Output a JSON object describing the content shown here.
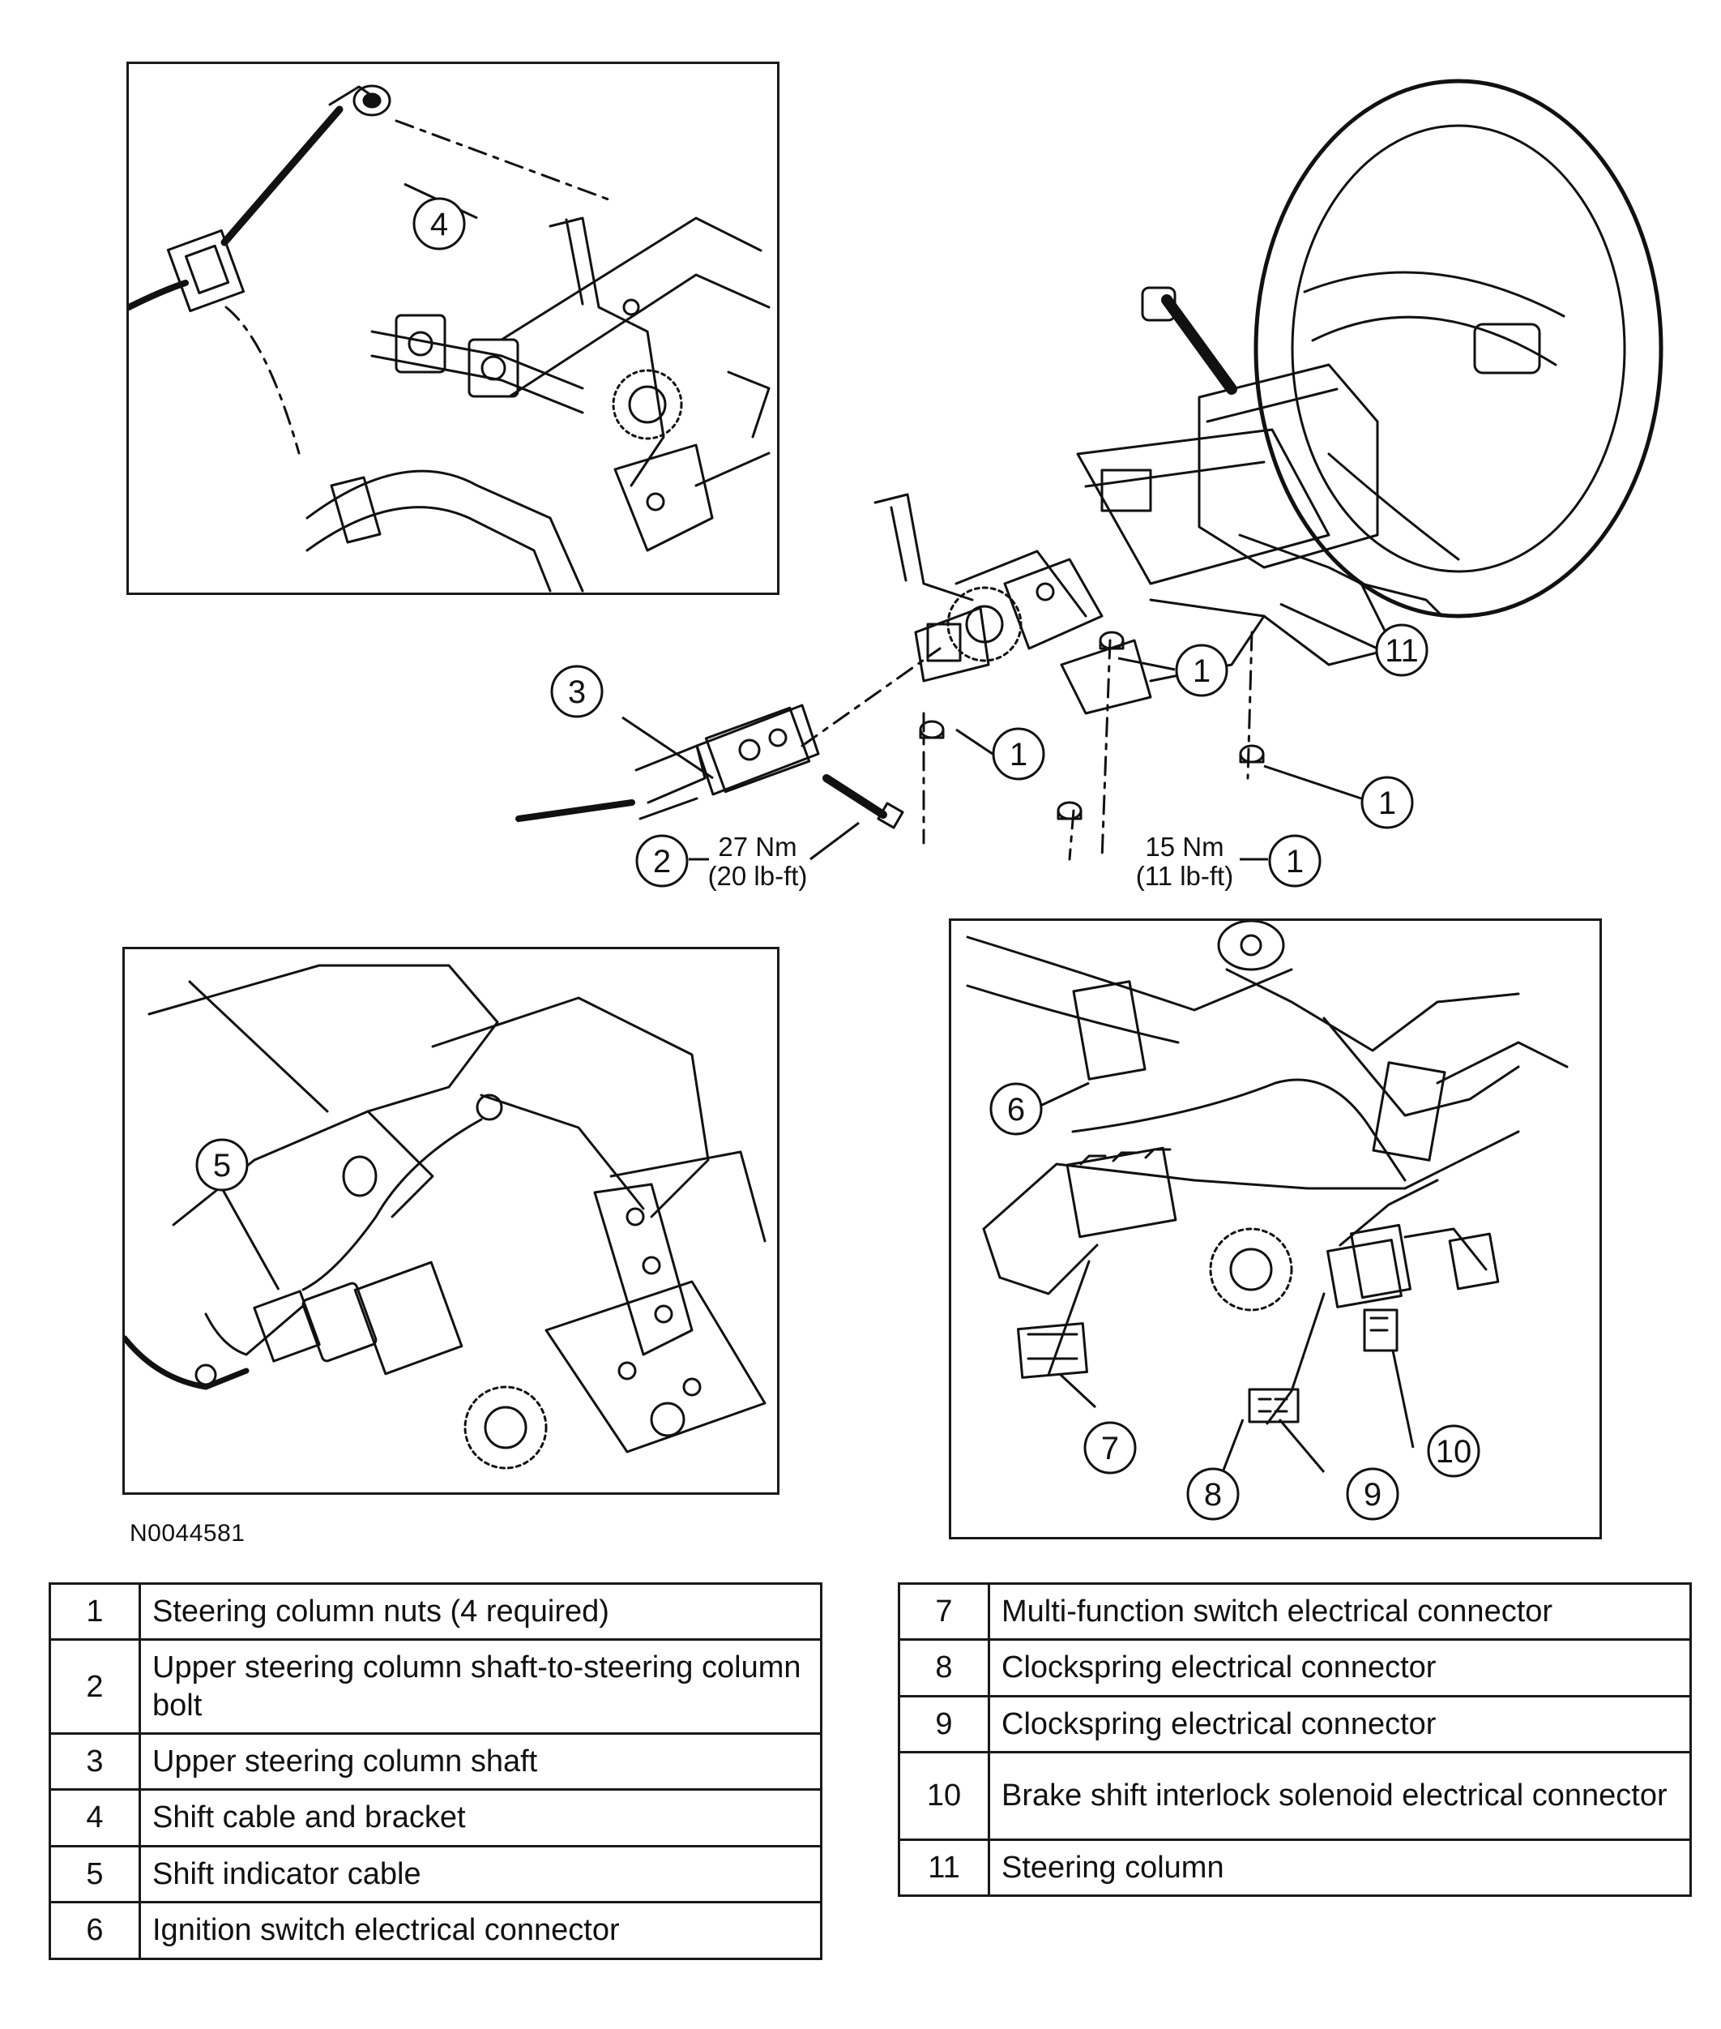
{
  "figure": {
    "id": "N0044581",
    "callouts": {
      "c1": "1",
      "c2": "2",
      "c3": "3",
      "c4": "4",
      "c5": "5",
      "c6": "6",
      "c7": "7",
      "c8": "8",
      "c9": "9",
      "c10": "10",
      "c11": "11"
    },
    "torque_bolt": {
      "metric": "27 Nm",
      "imperial": "(20 lb-ft)"
    },
    "torque_nut": {
      "metric": "15 Nm",
      "imperial": "(11 lb-ft)"
    }
  },
  "legend": {
    "left": [
      {
        "num": "1",
        "desc": "Steering column nuts (4 required)"
      },
      {
        "num": "2",
        "desc": "Upper steering column shaft-to-steering column bolt"
      },
      {
        "num": "3",
        "desc": "Upper steering column shaft"
      },
      {
        "num": "4",
        "desc": "Shift cable and bracket"
      },
      {
        "num": "5",
        "desc": "Shift indicator cable"
      },
      {
        "num": "6",
        "desc": "Ignition switch electrical connector"
      }
    ],
    "right": [
      {
        "num": "7",
        "desc": "Multi-function switch electrical connector"
      },
      {
        "num": "8",
        "desc": "Clockspring electrical connector"
      },
      {
        "num": "9",
        "desc": "Clockspring electrical connector"
      },
      {
        "num": "10",
        "desc": "Brake shift interlock solenoid electrical connector"
      },
      {
        "num": "11",
        "desc": "Steering column"
      }
    ]
  }
}
